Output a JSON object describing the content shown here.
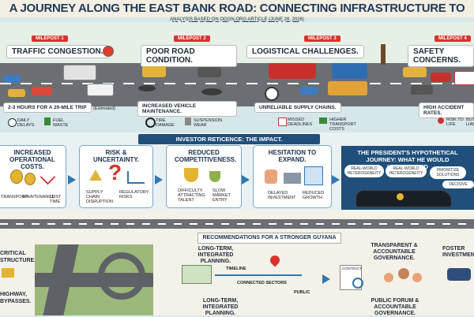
{
  "title": "A JOURNEY ALONG THE EAST BANK ROAD: CONNECTING INFRASTRUCTURE TO INVESTOR RETICENCE.",
  "subtitle": "ANALYSIS BASED ON OGGN.ORG ARTICLE (JUNE 28, 2026)",
  "mileposts": [
    {
      "tag": "MILEPOST 1",
      "head": "TRAFFIC CONGESTION.",
      "foot": "2-3 HOURS FOR A 20-MILE TRIP",
      "note": "(Estimated)",
      "items": [
        "DAILY DELAYS",
        "FUEL WASTE"
      ]
    },
    {
      "tag": "MILEPOST 2",
      "head": "POOR ROAD CONDITION.",
      "foot": "INCREASED VEHICLE MAINTENANCE.",
      "items": [
        "TIRE DAMAGE",
        "SUSPENSION WEAR"
      ]
    },
    {
      "tag": "MILEPOST 3",
      "head": "LOGISTICAL CHALLENGES.",
      "foot": "UNRELIABLE SUPPLY CHAINS.",
      "items": [
        "MISSED DEADLINES",
        "HIGHER TRANSPORT COSTS"
      ]
    },
    {
      "tag": "MILEPOST 4",
      "head": "SAFETY CONCERNS.",
      "foot": "HIGH ACCIDENT RATES.",
      "items": [
        "RISK TO LIFE",
        "BUSINESS LIABILITY"
      ]
    }
  ],
  "impact": {
    "header": "INVESTOR RETICENCE: THE IMPACT.",
    "cards": [
      {
        "title": "INCREASED OPERATIONAL COSTS.",
        "items": [
          "TRANSPORT",
          "MAINTENANCE",
          "LOST TIME"
        ]
      },
      {
        "title": "RISK & UNCERTAINTY.",
        "items": [
          "SUPPLY CHAIN DISRUPTION",
          "REGULATORY RISKS"
        ]
      },
      {
        "title": "REDUCED COMPETITIVENESS.",
        "items": [
          "DIFFICULTY ATTRACTING TALENT",
          "SLOW MARKET ENTRY"
        ]
      },
      {
        "title": "HESITATION TO EXPAND.",
        "items": [
          "DELAYED INVESTMENT",
          "REDUCED GROWTH"
        ]
      }
    ]
  },
  "president": {
    "title": "THE PRESIDENT'S HYPOTHETICAL JOURNEY: WHAT HE WOULD UNDERSTAND",
    "bubbles": [
      "REAL-WORLD HETEROGENEITY",
      "REAL-WORLD HETEROGENEITY",
      "PRIORITIZE SOLUTIONS",
      "DECISIVE"
    ]
  },
  "recommendations": {
    "header": "RECOMMENDATIONS FOR A STRONGER GUYANA",
    "left": [
      "CRITICAL",
      "STRUCTURE.",
      "HIGHWAY,",
      "BYPASSES."
    ],
    "planning_top": "LONG-TERM, INTEGRATED PLANNING.",
    "planning_bottom": "LONG-TERM, INTEGRATED PLANNING.",
    "timeline": "TIMELINE",
    "connected": "CONNECTED SECTORS",
    "public": "PUBLIC",
    "contract": "CONTRACT",
    "gov_top": "TRANSPARENT & ACCOUNTABLE GOVERNANCE.",
    "gov_bottom": "PUBLIC FORUM & ACCOUNTABLE GOVERNANCE.",
    "right": "FOSTER INVESTMENT"
  }
}
